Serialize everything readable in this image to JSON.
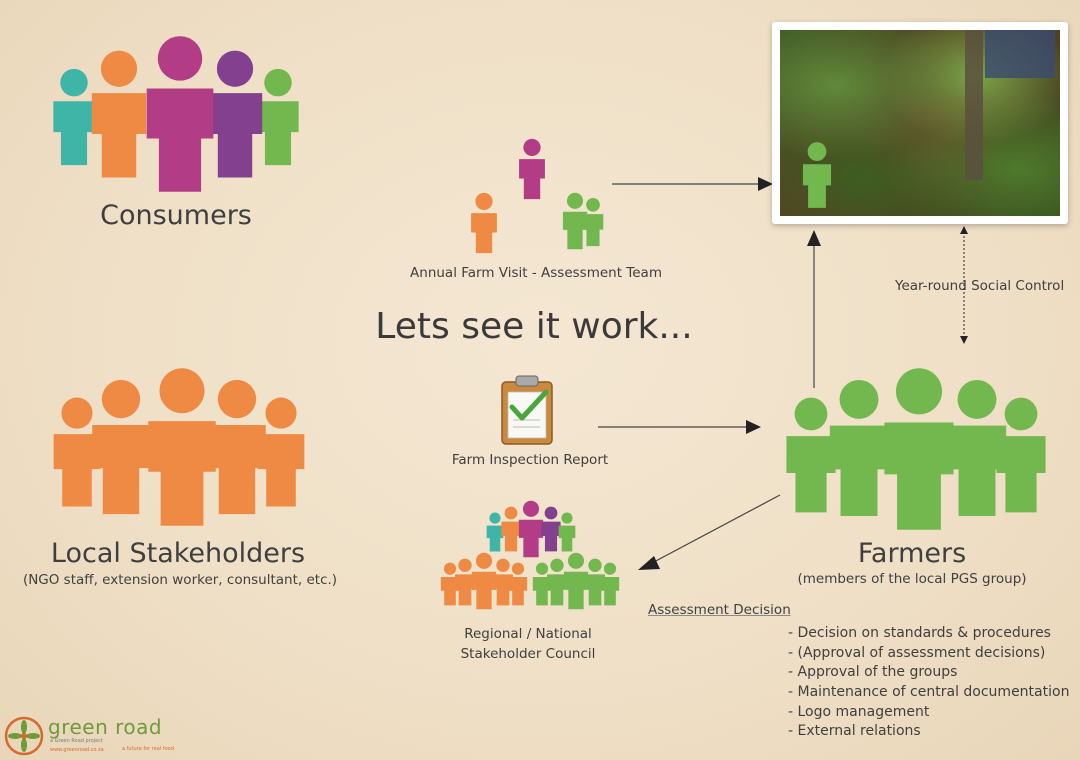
{
  "nodes": {
    "consumers": "Consumers",
    "local_stakeholders": "Local Stakeholders",
    "local_stakeholders_sub": "(NGO staff, extension worker, consultant, etc.)",
    "farmers": "Farmers",
    "farmers_sub": "(members of the local PGS group)",
    "assessment_team": "Annual Farm Visit - Assessment Team",
    "headline": "Lets see it work...",
    "inspection_report": "Farm Inspection Report",
    "council_line1": "Regional / National",
    "council_line2": "Stakeholder Council",
    "social_control": "Year-round Social Control"
  },
  "decision": {
    "title": "Assessment Decision",
    "items": [
      "- Decision on standards & procedures",
      "- (Approval of assessment decisions)",
      "- Approval of the groups",
      "- Maintenance of central documentation",
      "- Logo management",
      "- External relations"
    ]
  },
  "logo": {
    "name": "green road",
    "tagline": "a Green Road project",
    "url": "www.greenroad.co.za",
    "slogan": "a future for real food"
  },
  "colors": {
    "teal": "#3fb5a7",
    "orange": "#ee8a44",
    "magenta": "#b23c86",
    "purple": "#83408f",
    "green": "#72b84f",
    "arrow": "#444444"
  }
}
